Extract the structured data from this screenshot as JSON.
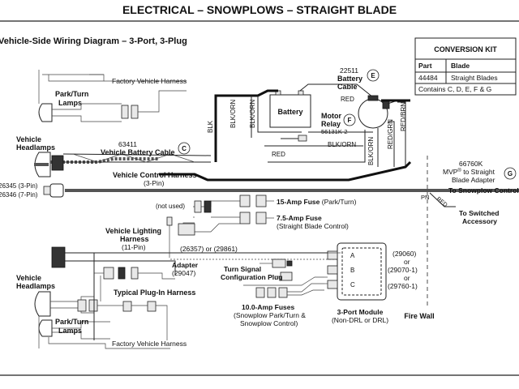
{
  "page": {
    "title": "ELECTRICAL – SNOWPLOWS – STRAIGHT BLADE",
    "subtitle": "Vehicle-Side Wiring Diagram – 3-Port, 3-Plug"
  },
  "kit_table": {
    "heading": "CONVERSION KIT",
    "col_part": "Part",
    "col_blade": "Blade",
    "row1_part": "44484",
    "row1_blade": "Straight Blades",
    "row2": "Contains C, D, E, F & G"
  },
  "labels": {
    "factory_harness": "Factory Vehicle Harness",
    "park_turn_1": "Park/Turn",
    "park_turn_2": "Lamps",
    "headlamps_1": "Vehicle",
    "headlamps_2": "Headlamps",
    "battery_cable_num": "63411",
    "battery_cable": "Vehicle Battery Cable",
    "callout_c": "C",
    "control_harness": "Vehicle Control Harness",
    "control_harness_pin": "(3-Pin)",
    "part_26345": "26345 (3-Pin)",
    "part_26346": "26346 (7-Pin)",
    "battery": "Battery",
    "blk_orn": "BLK/ORN",
    "blk": "BLK",
    "red": "RED",
    "red_grn": "RED/GRN",
    "red_brn": "RED/BRN",
    "cable_num": "22511",
    "cable_1": "Battery",
    "cable_2": "Cable",
    "callout_e": "E",
    "relay_1": "Motor",
    "relay_2": "Relay",
    "relay_num": "56131K-2",
    "callout_f": "F",
    "mvp_num": "66760K",
    "mvp_1": "MVP",
    "mvp_reg": "®",
    "mvp_2": " to Straight",
    "mvp_3": "Blade Adapter",
    "callout_g": "G",
    "to_control": "To Snowplow Control",
    "pn": "PN",
    "to_switched_1": "To Switched",
    "to_switched_2": "Accessory",
    "not_used": "(not used)",
    "fuse15": "15-Amp Fuse",
    "fuse15_note": " (Park/Turn)",
    "fuse75": "7.5-Amp Fuse",
    "fuse75_note": "(Straight Blade Control)",
    "lighting_1": "Vehicle Lighting",
    "lighting_2": "Harness",
    "lighting_3": "(11-Pin)",
    "part_26357": "(26357) or (29861)",
    "adapter_1": "Adapter",
    "adapter_2": "(29047)",
    "turn_signal_1": "Turn Signal",
    "turn_signal_2": "Configuration Plug",
    "plugin_harness": "Typical Plug-In Harness",
    "fuses10": "10.0-Amp Fuses",
    "fuses10_1": "(Snowplow Park/Turn &",
    "fuses10_2": "Snowplow Control)",
    "module_1": "3-Port Module",
    "module_2": "(Non-DRL or DRL)",
    "port_a": "A",
    "port_b": "B",
    "port_c": "C",
    "mod_29060": "(29060)",
    "mod_or1": "or",
    "mod_29070": "(29070-1)",
    "mod_or2": "or",
    "mod_29760": "(29760-1)",
    "fire_wall": "Fire Wall"
  }
}
